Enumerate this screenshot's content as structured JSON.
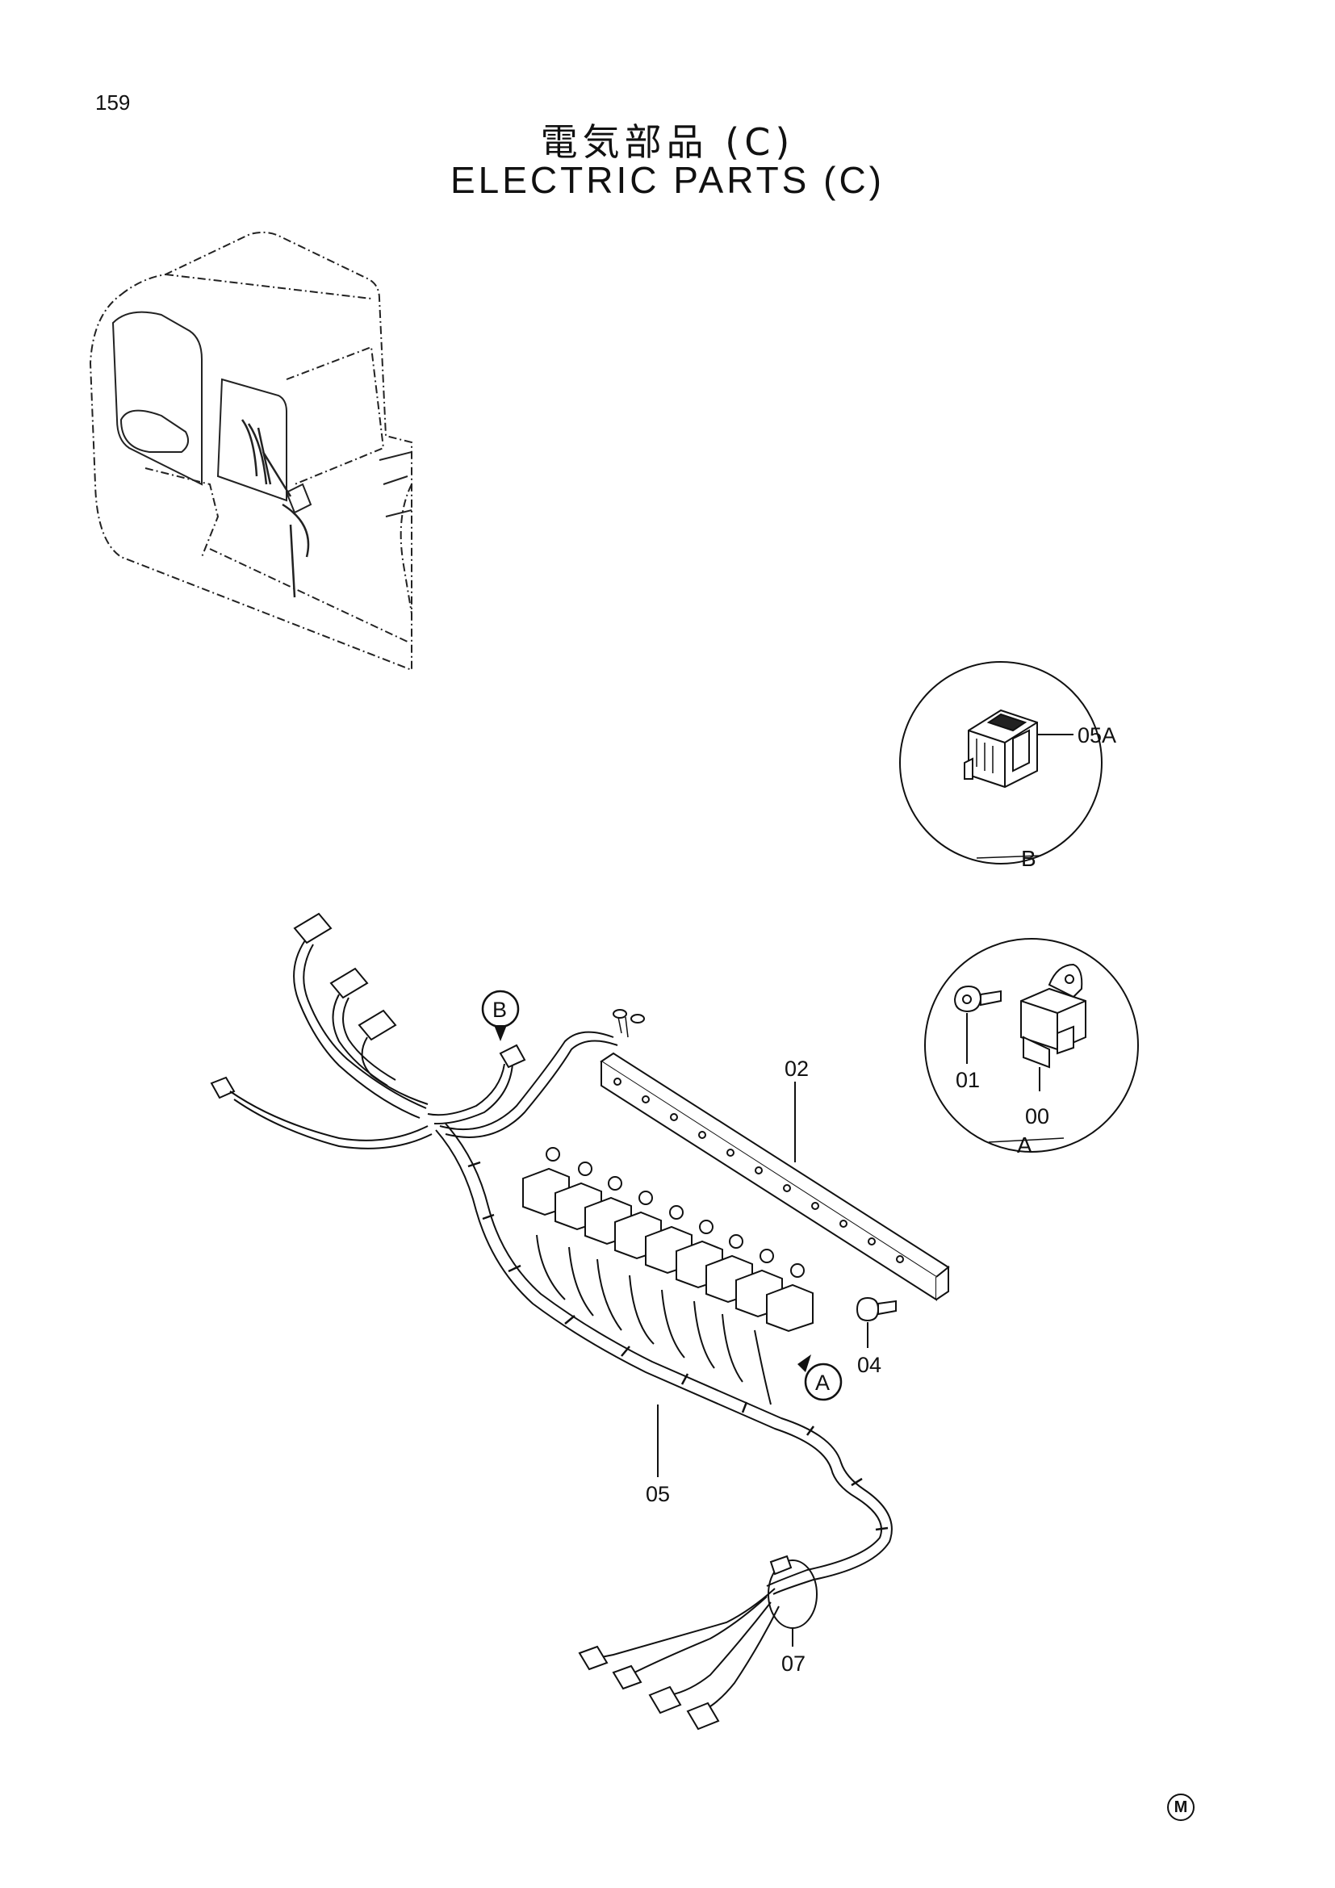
{
  "page": {
    "number": "159"
  },
  "title": {
    "japanese": "電気部品 (C)",
    "english": "ELECTRIC PARTS (C)"
  },
  "callouts": {
    "p00": "00",
    "p01": "01",
    "p02": "02",
    "p04": "04",
    "p05": "05",
    "p05a": "05A",
    "p07": "07"
  },
  "views": {
    "a": "A",
    "b": "B"
  },
  "mark": "M"
}
